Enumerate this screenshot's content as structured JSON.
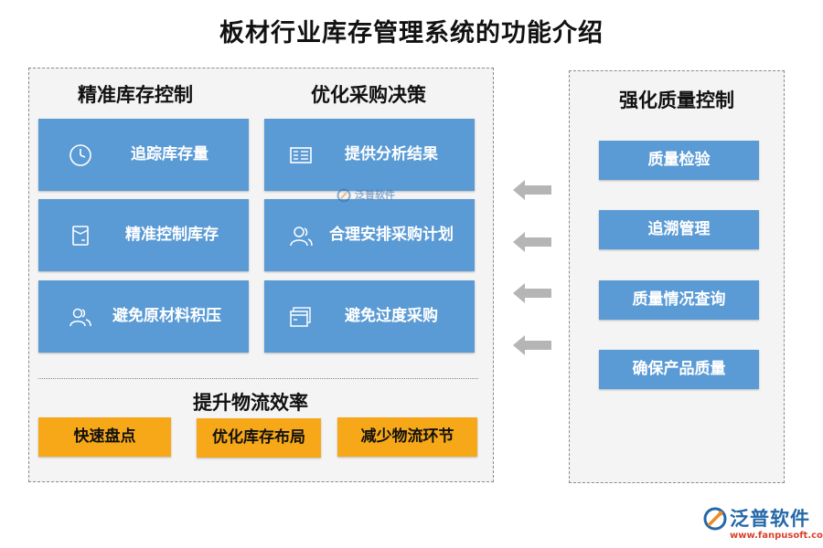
{
  "title": "板材行业库存管理系统的功能介绍",
  "left_panel": {
    "inventory_section": {
      "title": "精准库存控制",
      "items": [
        {
          "label": "追踪库存量",
          "icon": "clock-icon"
        },
        {
          "label": "精准控制库存",
          "icon": "document-icon"
        },
        {
          "label": "避免原材料积压",
          "icon": "users-icon"
        }
      ]
    },
    "purchase_section": {
      "title": "优化采购决策",
      "items": [
        {
          "label": "提供分析结果",
          "icon": "report-icon"
        },
        {
          "label": "合理安排采购计划",
          "icon": "user-icon"
        },
        {
          "label": "避免过度采购",
          "icon": "window-icon"
        }
      ]
    },
    "logistics_section": {
      "title": "提升物流效率",
      "items": [
        {
          "label": "快速盘点"
        },
        {
          "label": "优化库存布局"
        },
        {
          "label": "减少物流环节"
        }
      ]
    }
  },
  "right_panel": {
    "title": "强化质量控制",
    "items": [
      {
        "label": "质量检验"
      },
      {
        "label": "追溯管理"
      },
      {
        "label": "质量情况查询"
      },
      {
        "label": "确保产品质量"
      }
    ]
  },
  "watermark": {
    "text": "泛普软件"
  },
  "brand": {
    "name": "泛普软件",
    "url": "www.fanpusoft.com"
  },
  "colors": {
    "card_blue": "#5b9bd5",
    "orange": "#f7a818",
    "arrow_gray": "#b5b5b5"
  }
}
